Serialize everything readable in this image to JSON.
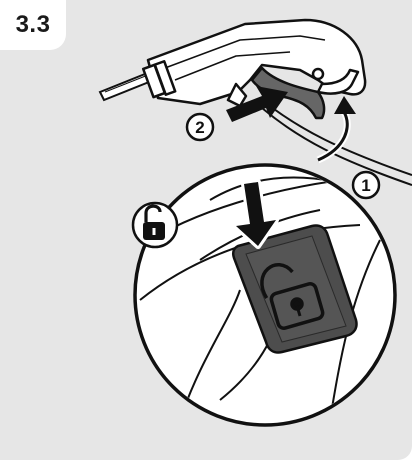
{
  "step": {
    "label": "3.3"
  },
  "callouts": [
    {
      "label": "1"
    },
    {
      "label": "2"
    }
  ],
  "icons": {
    "unlock_icon": "open-padlock-icon",
    "push_arrow": "arrow-down-icon",
    "insert_arrow": "arrow-right-icon",
    "turn_arrow": "curved-arrow-icon"
  },
  "colors": {
    "panel_background": "#e6e6e6",
    "badge_background": "#ffffff",
    "line": "#111111",
    "lock_button": "#4d4d4d"
  }
}
